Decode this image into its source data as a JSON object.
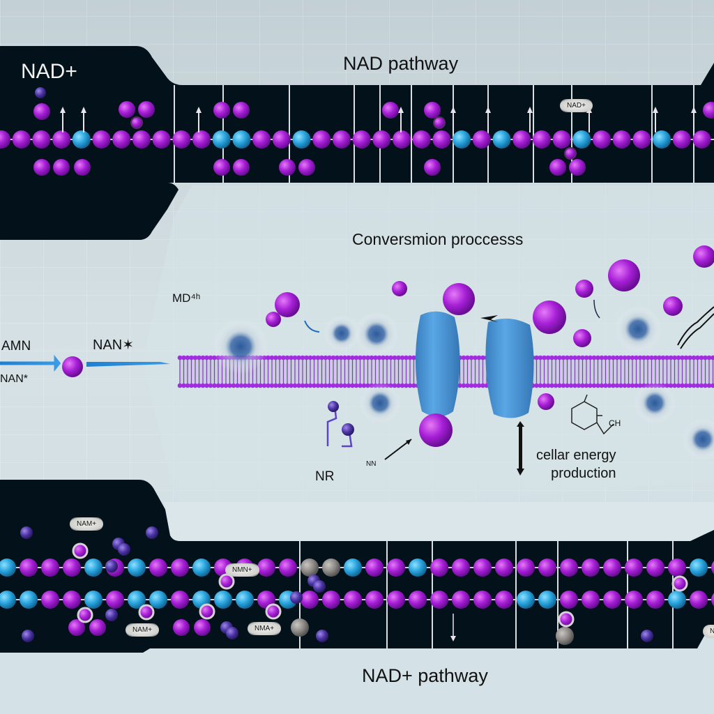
{
  "diagram": {
    "top_band": {
      "corner_label": "NAD+",
      "title": "NAD pathway",
      "tag_label": "NAD+"
    },
    "middle_panel": {
      "title": "Conversmion proccesss",
      "labels": {
        "md": "MD⁴ʰ",
        "amn": "AMN",
        "nan_left": "NAN*",
        "nan_arrow": "NAN✶",
        "nr": "NR",
        "nn": "NN",
        "ch": "CH",
        "energy_line1": "cellar energy",
        "energy_line2": "production"
      }
    },
    "bottom_band": {
      "title": "NAD+ pathway",
      "tags": [
        "NAM+",
        "NAM+",
        "NMN+",
        "NMA+",
        "N"
      ]
    },
    "colors": {
      "dark_band": "#03111a",
      "magenta_atom": "#a61fd6",
      "cyan_atom": "#2aa5de",
      "protein_blue": "#4a97d6",
      "membrane": "#a12ce0",
      "panel_light": "#d6e3e8"
    }
  }
}
